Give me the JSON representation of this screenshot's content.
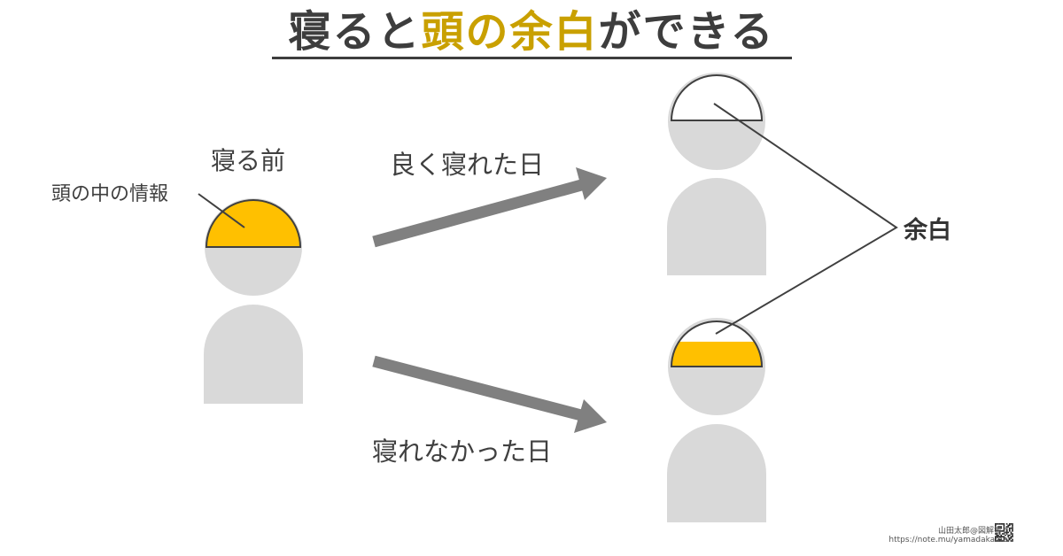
{
  "title": {
    "part1": "寝ると",
    "accent": "頭の余白",
    "part2": "ができる"
  },
  "labels": {
    "before_sleep": "寝る前",
    "head_info": "頭の中の情報",
    "good_sleep_day": "良く寝れた日",
    "bad_sleep_day": "寝れなかった日",
    "margin": "余白"
  },
  "credit": {
    "author": "山田太郎@図解書き",
    "url": "https://note.mu/yamadakamei"
  },
  "colors": {
    "figure_gray": "#d9d9d9",
    "info_yellow": "#ffc000",
    "arrow_gray": "#808080",
    "outline": "#404040",
    "accent": "#c9a000"
  },
  "heads": {
    "before_fill": 1.0,
    "good_fill": 0.0,
    "bad_fill": 0.55
  }
}
